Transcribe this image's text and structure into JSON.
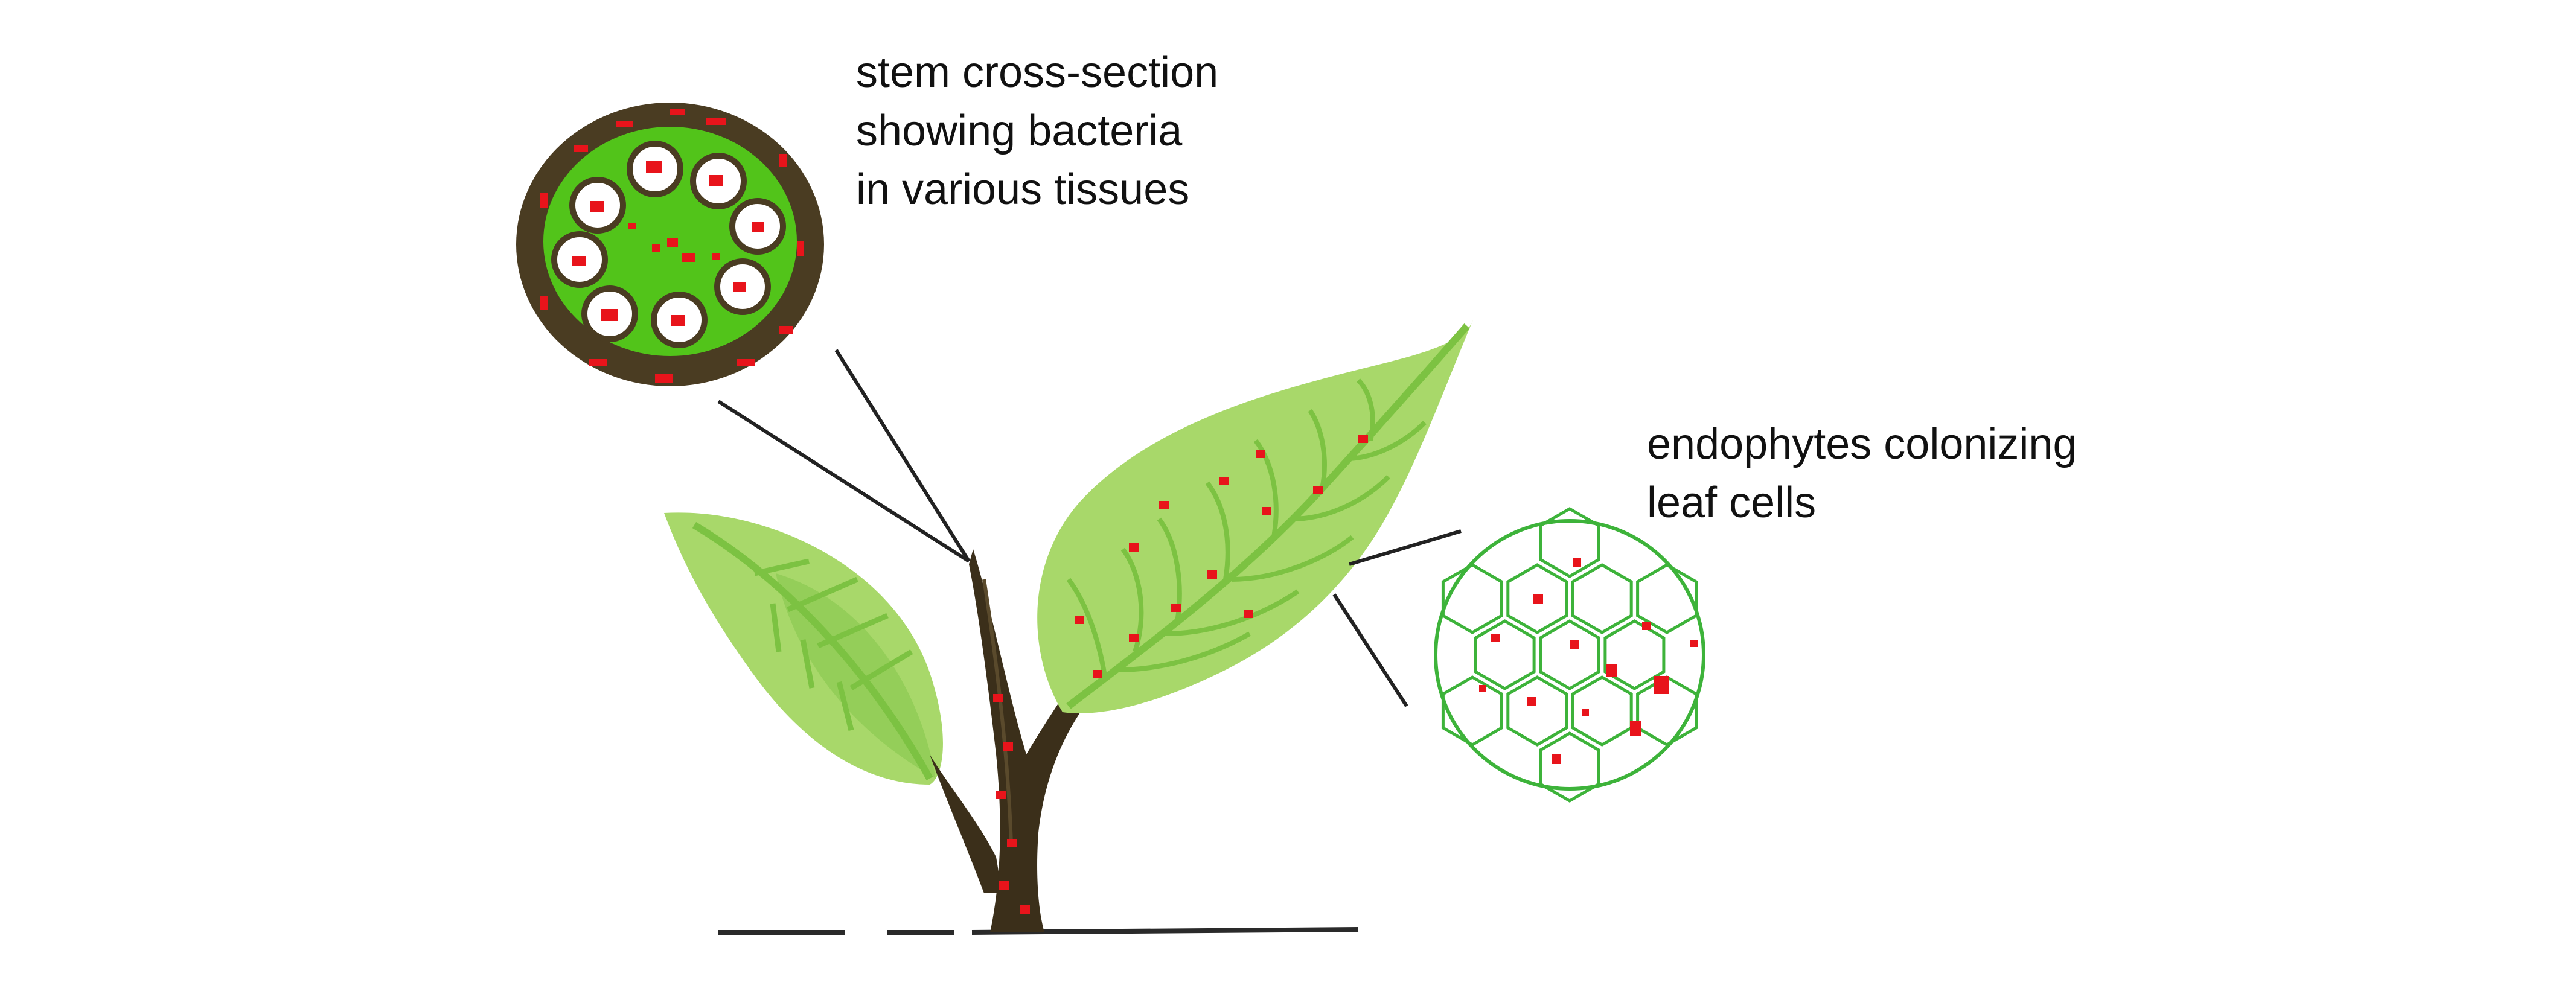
{
  "labels": {
    "stem": [
      "stem cross-section",
      "showing bacteria",
      "in various tissues"
    ],
    "leaf": [
      "endophytes colonizing",
      "leaf cells"
    ]
  },
  "colors": {
    "background": "#ffffff",
    "stem": "#3b2f1a",
    "stem_ring": "#4a3c22",
    "tissue_green": "#52c41a",
    "leaf_light": "#a8d86a",
    "leaf_dark": "#7cc242",
    "leaf_vein": "#5fae2d",
    "cell_outline": "#3db33a",
    "bacteria": "#e8141b",
    "leader_line": "#222222",
    "text": "#111111"
  },
  "icons": [
    "plant-stem",
    "small-leaf",
    "large-leaf",
    "stem-cross-section-magnifier",
    "leaf-cells-magnifier",
    "bacteria-marks"
  ]
}
